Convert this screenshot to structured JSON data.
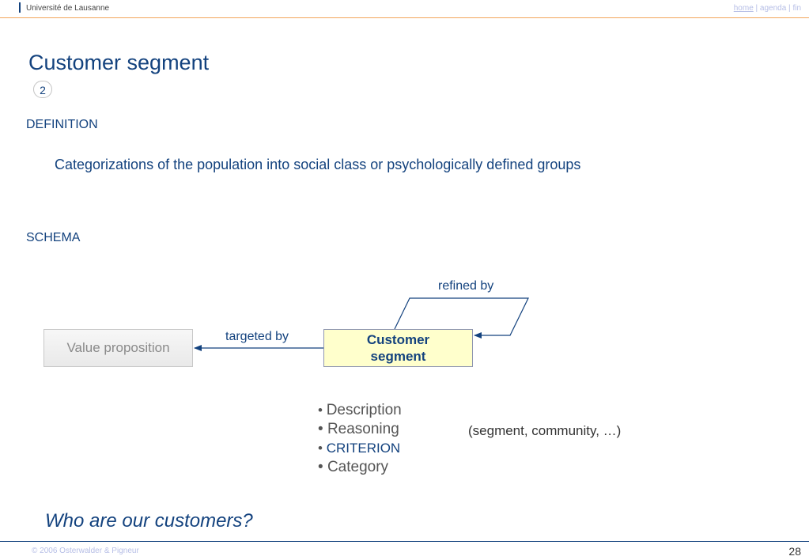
{
  "header": {
    "org": "Université de Lausanne",
    "nav_home": "home",
    "nav_sep1": " | ",
    "nav_agenda": "agenda",
    "nav_sep2": " | ",
    "nav_fin": "fin"
  },
  "slide": {
    "title": "Customer segment",
    "badge": "2",
    "definition_heading": "DEFINITION",
    "definition_text": "Categorizations of the population into social class or psychologically defined groups",
    "schema_heading": "SCHEMA",
    "question": "Who are our customers?"
  },
  "diagram": {
    "value_proposition": "Value proposition",
    "customer_segment_line1": "Customer",
    "customer_segment_line2": "segment",
    "targeted_by": "targeted by",
    "refined_by": "refined by"
  },
  "attributes": {
    "items": [
      "Description",
      "Reasoning",
      "CRITERION",
      "Category"
    ],
    "criterion_note": "(segment, community, …)"
  },
  "footer": {
    "copyright": "© 2006  Osterwalder & Pigneur",
    "page_number": "28"
  },
  "colors": {
    "brand_blue": "#13427e",
    "header_accent": "#f2a65a",
    "segment_fill": "#ffffcc"
  }
}
